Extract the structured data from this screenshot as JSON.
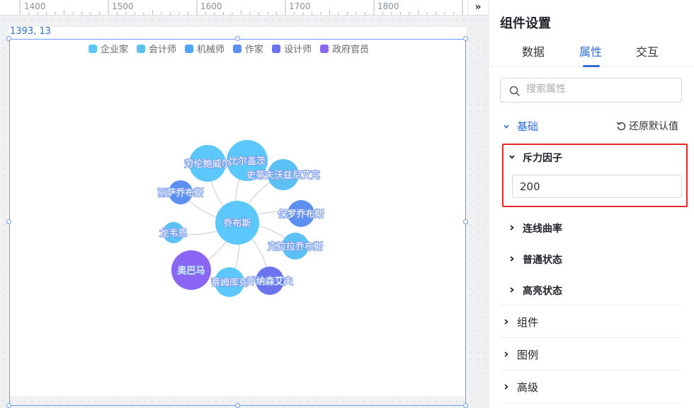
{
  "canvas": {
    "coord_readout": "1393, 13",
    "ruler_labels": [
      "1400",
      "1500",
      "1600",
      "1700",
      "1800"
    ],
    "collapse_glyph": "»"
  },
  "chart_data": {
    "type": "graph",
    "legend": [
      {
        "name": "企业家",
        "color": "#5ac8fa"
      },
      {
        "name": "会计师",
        "color": "#5bc1f5"
      },
      {
        "name": "机械师",
        "color": "#4fa6f4"
      },
      {
        "name": "作家",
        "color": "#5b8ff0"
      },
      {
        "name": "设计师",
        "color": "#6b73ef"
      },
      {
        "name": "政府官员",
        "color": "#8b66f5"
      }
    ],
    "center": "乔布斯",
    "nodes": [
      {
        "name": "乔布斯",
        "category": "企业家"
      },
      {
        "name": "比尔盖茨",
        "category": "企业家"
      },
      {
        "name": "劳伦鲍威尔",
        "category": "企业家"
      },
      {
        "name": "史蒂夫沃兹尼艾克",
        "category": "会计师"
      },
      {
        "name": "丽萨乔布斯",
        "category": "作家"
      },
      {
        "name": "保罗乔布斯",
        "category": "作家"
      },
      {
        "name": "龙韦恩",
        "category": "会计师"
      },
      {
        "name": "克拉拉乔布斯",
        "category": "会计师"
      },
      {
        "name": "奥巴马",
        "category": "政府官员"
      },
      {
        "name": "蒂姆库克",
        "category": "企业家"
      },
      {
        "name": "乔纳森艾夫",
        "category": "设计师"
      }
    ],
    "edges": [
      [
        "乔布斯",
        "比尔盖茨"
      ],
      [
        "乔布斯",
        "劳伦鲍威尔"
      ],
      [
        "乔布斯",
        "史蒂夫沃兹尼艾克"
      ],
      [
        "乔布斯",
        "丽萨乔布斯"
      ],
      [
        "乔布斯",
        "保罗乔布斯"
      ],
      [
        "乔布斯",
        "龙韦恩"
      ],
      [
        "乔布斯",
        "克拉拉乔布斯"
      ],
      [
        "乔布斯",
        "奥巴马"
      ],
      [
        "乔布斯",
        "蒂姆库克"
      ],
      [
        "乔布斯",
        "乔纳森艾夫"
      ]
    ]
  },
  "panel": {
    "title": "组件设置",
    "tabs": [
      "数据",
      "属性",
      "交互"
    ],
    "active_tab": "属性",
    "search_placeholder": "搜索属性",
    "section": {
      "label": "基础",
      "reset_label": "还原默认值",
      "repulsion": {
        "label": "斥力因子",
        "value": "200"
      },
      "sub_items": [
        "连线曲率",
        "普通状态",
        "高亮状态"
      ]
    },
    "groups": [
      "组件",
      "图例",
      "高级"
    ]
  }
}
